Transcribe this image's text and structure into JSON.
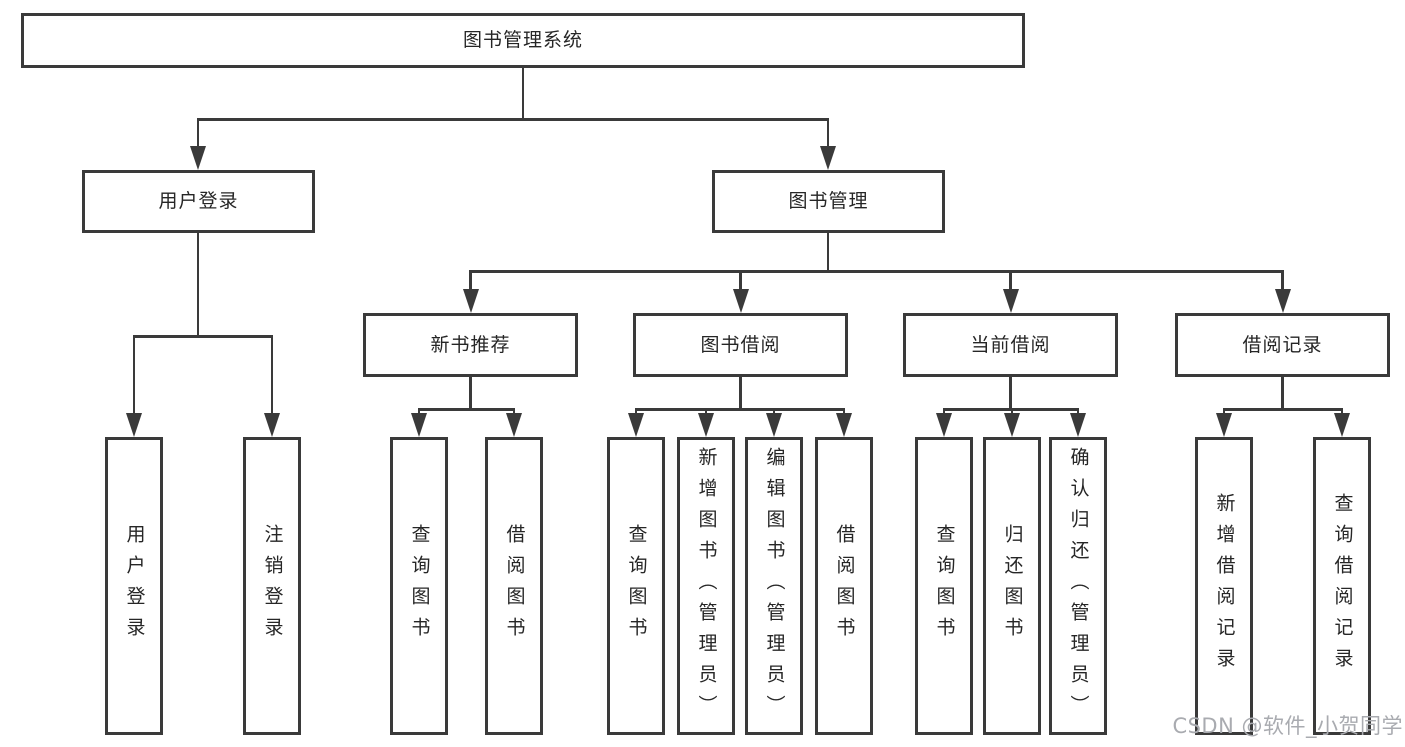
{
  "tree": {
    "label": "图书管理系统",
    "children": [
      {
        "label": "用户登录",
        "children": [
          {
            "label": "用户登录"
          },
          {
            "label": "注销登录"
          }
        ]
      },
      {
        "label": "图书管理",
        "children": [
          {
            "label": "新书推荐",
            "children": [
              {
                "label": "查询图书"
              },
              {
                "label": "借阅图书"
              }
            ]
          },
          {
            "label": "图书借阅",
            "children": [
              {
                "label": "查询图书"
              },
              {
                "label": "新增图书（管理员）"
              },
              {
                "label": "编辑图书（管理员）"
              },
              {
                "label": "借阅图书"
              }
            ]
          },
          {
            "label": "当前借阅",
            "children": [
              {
                "label": "查询图书"
              },
              {
                "label": "归还图书"
              },
              {
                "label": "确认归还（管理员）"
              }
            ]
          },
          {
            "label": "借阅记录",
            "children": [
              {
                "label": "新增借阅记录"
              },
              {
                "label": "查询借阅记录"
              }
            ]
          }
        ]
      }
    ]
  },
  "watermark": "CSDN @软件_小贺同学",
  "colors": {
    "line": "#3a3a3a",
    "text": "#262626",
    "bg": "#ffffff",
    "watermark": "#a9abb0"
  }
}
